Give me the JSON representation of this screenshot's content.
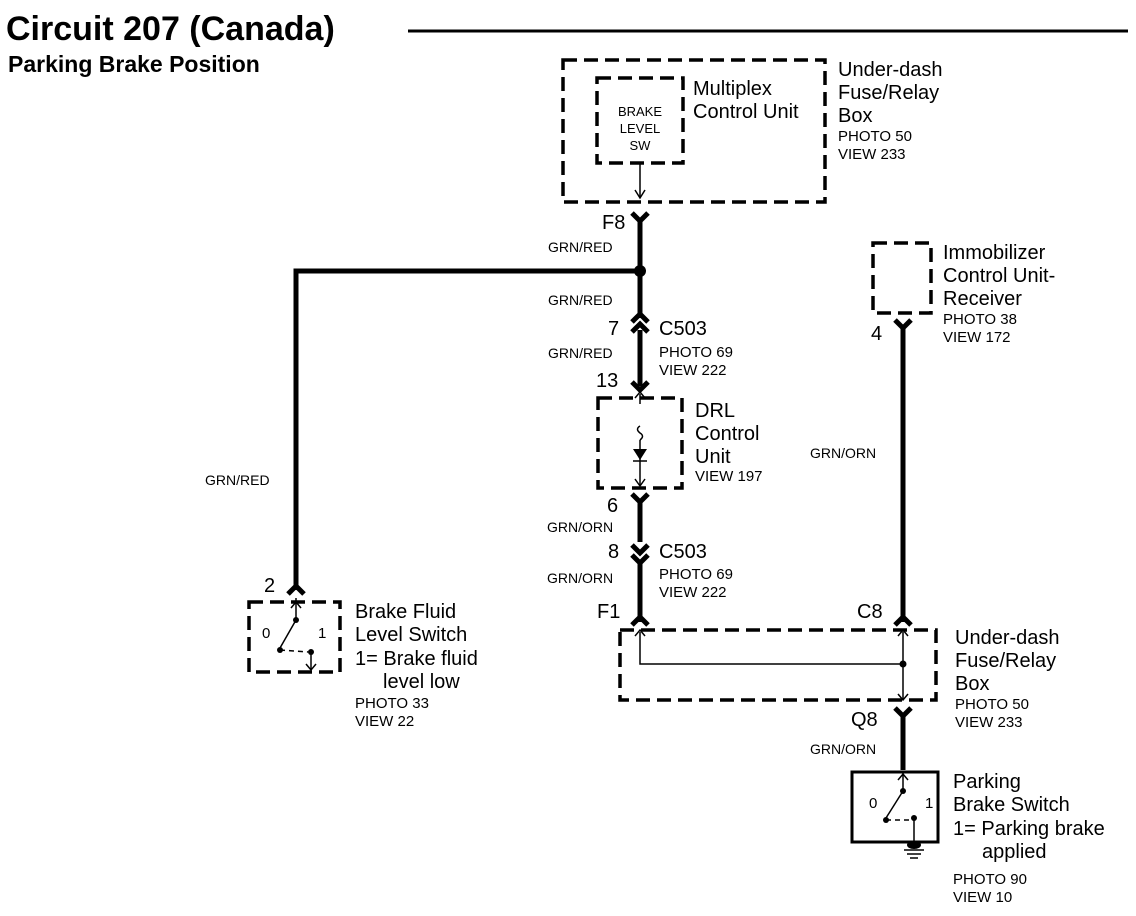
{
  "title": "Circuit 207 (Canada)",
  "subtitle": "Parking Brake Position",
  "components": {
    "mcu": {
      "name1": "Multiplex",
      "name2": "Control Unit",
      "sw1": "BRAKE",
      "sw2": "LEVEL",
      "sw3": "SW"
    },
    "fuse_top": {
      "name1": "Under-dash",
      "name2": "Fuse/Relay",
      "name3": "Box",
      "photo": "PHOTO 50",
      "view": "VIEW 233"
    },
    "immobilizer": {
      "name1": "Immobilizer",
      "name2": "Control Unit-",
      "name3": "Receiver",
      "photo": "PHOTO 38",
      "view": "VIEW 172"
    },
    "drl": {
      "name1": "DRL",
      "name2": "Control",
      "name3": "Unit",
      "view": "VIEW 197"
    },
    "c503_a": {
      "name": "C503",
      "photo": "PHOTO 69",
      "view": "VIEW 222"
    },
    "c503_b": {
      "name": "C503",
      "photo": "PHOTO 69",
      "view": "VIEW 222"
    },
    "brake_fluid": {
      "name1": "Brake Fluid",
      "name2": "Level Switch",
      "state1": "1= Brake fluid",
      "state2": "level low",
      "photo": "PHOTO 33",
      "view": "VIEW 22",
      "pos0": "0",
      "pos1": "1"
    },
    "fuse_bottom": {
      "name1": "Under-dash",
      "name2": "Fuse/Relay",
      "name3": "Box",
      "photo": "PHOTO 50",
      "view": "VIEW 233"
    },
    "parking_switch": {
      "name1": "Parking",
      "name2": "Brake Switch",
      "state1": "1= Parking brake",
      "state2": "applied",
      "photo": "PHOTO 90",
      "view": "VIEW 10",
      "pos0": "0",
      "pos1": "1"
    }
  },
  "pins": {
    "f8": "F8",
    "c503a_pin7": "7",
    "drl_pin13": "13",
    "drl_pin6": "6",
    "c503b_pin8": "8",
    "f1": "F1",
    "c8": "C8",
    "q8": "Q8",
    "immob_pin4": "4",
    "brake_fluid_pin2": "2"
  },
  "wire_colors": {
    "f8_out": "GRN/RED",
    "junction_down": "GRN/RED",
    "c503a_down": "GRN/RED",
    "left_branch": "GRN/RED",
    "drl_out": "GRN/ORN",
    "c503b_down": "GRN/ORN",
    "immob_out": "GRN/ORN",
    "q8_out": "GRN/ORN"
  }
}
